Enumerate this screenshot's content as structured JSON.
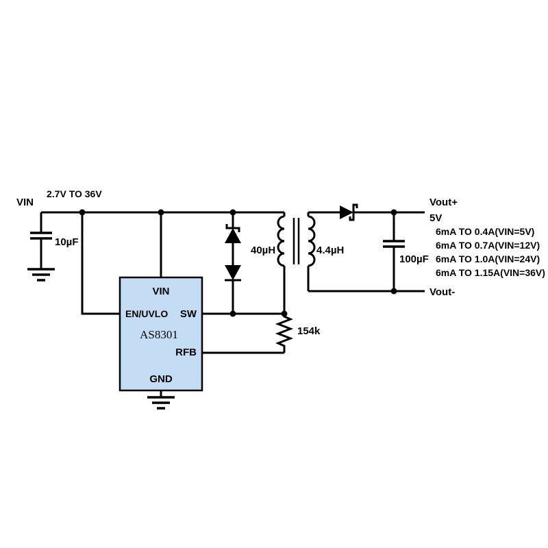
{
  "diagram": {
    "type": "circuit-schematic",
    "description": "AS8301 isolated flyback converter application circuit",
    "colors": {
      "wire": "#000000",
      "ic_fill": "#c5ddf4",
      "background": "#ffffff"
    },
    "labels": {
      "vin": "VIN",
      "vin_range": "2.7V TO 36V",
      "input_cap": "10µF",
      "ic_pin_vin": "VIN",
      "ic_pin_en": "EN/UVLO",
      "ic_name": "AS8301",
      "ic_pin_sw": "SW",
      "ic_pin_rfb": "RFB",
      "ic_pin_gnd": "GND",
      "primary_inductance": "40µH",
      "secondary_inductance": "4.4µH",
      "output_cap": "100µF",
      "feedback_resistor": "154k",
      "vout_plus": "Vout+",
      "vout_voltage": "5V",
      "output_ratings": [
        "6mA TO 0.4A(VIN=5V)",
        "6mA TO 0.7A(VIN=12V)",
        "6mA TO 1.0A(VIN=24V)",
        "6mA TO 1.15A(VIN=36V)"
      ],
      "vout_minus": "Vout-"
    }
  }
}
